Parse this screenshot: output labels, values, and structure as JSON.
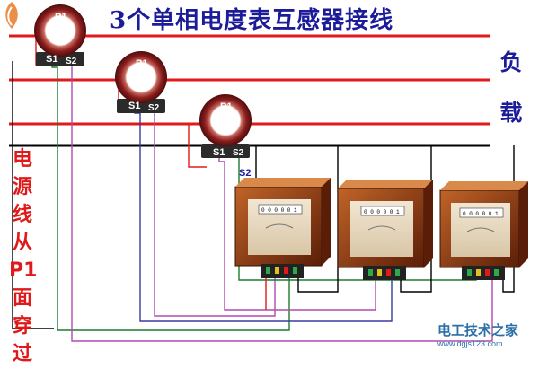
{
  "title": "3个单相电度表互感器接线",
  "load_label": [
    "负",
    "载"
  ],
  "source_label": [
    "电",
    "源",
    "线",
    "从",
    "P1",
    "面",
    "穿",
    "过"
  ],
  "transformers": [
    {
      "p1": "P1",
      "s1": "S1",
      "s2": "S2"
    },
    {
      "p1": "P1",
      "s1": "S1",
      "s2": "S2"
    },
    {
      "p1": "P1",
      "s1": "S1",
      "s2": "S2"
    }
  ],
  "extra_s2_label": "S2",
  "meters": [
    {
      "display": "0 0 0 0 0 1"
    },
    {
      "display": "0 0 0 0 0 1"
    },
    {
      "display": "0 0 0 0 0 1"
    }
  ],
  "watermark": {
    "name": "电工技术之家",
    "url": "www.dgjs123.com"
  },
  "colors": {
    "title": "#1c1c9a",
    "load_label": "#1c1c9a",
    "source_label": "#e01a1a",
    "phase_lines": "#e01a1a",
    "neutral_line": "#000000",
    "ct_core": "#7a1b1b",
    "meter_case": "#8a3a14",
    "wire_green": "#1e7a2e",
    "wire_purple": "#b04ab0",
    "wire_blue": "#3a3aa0"
  }
}
